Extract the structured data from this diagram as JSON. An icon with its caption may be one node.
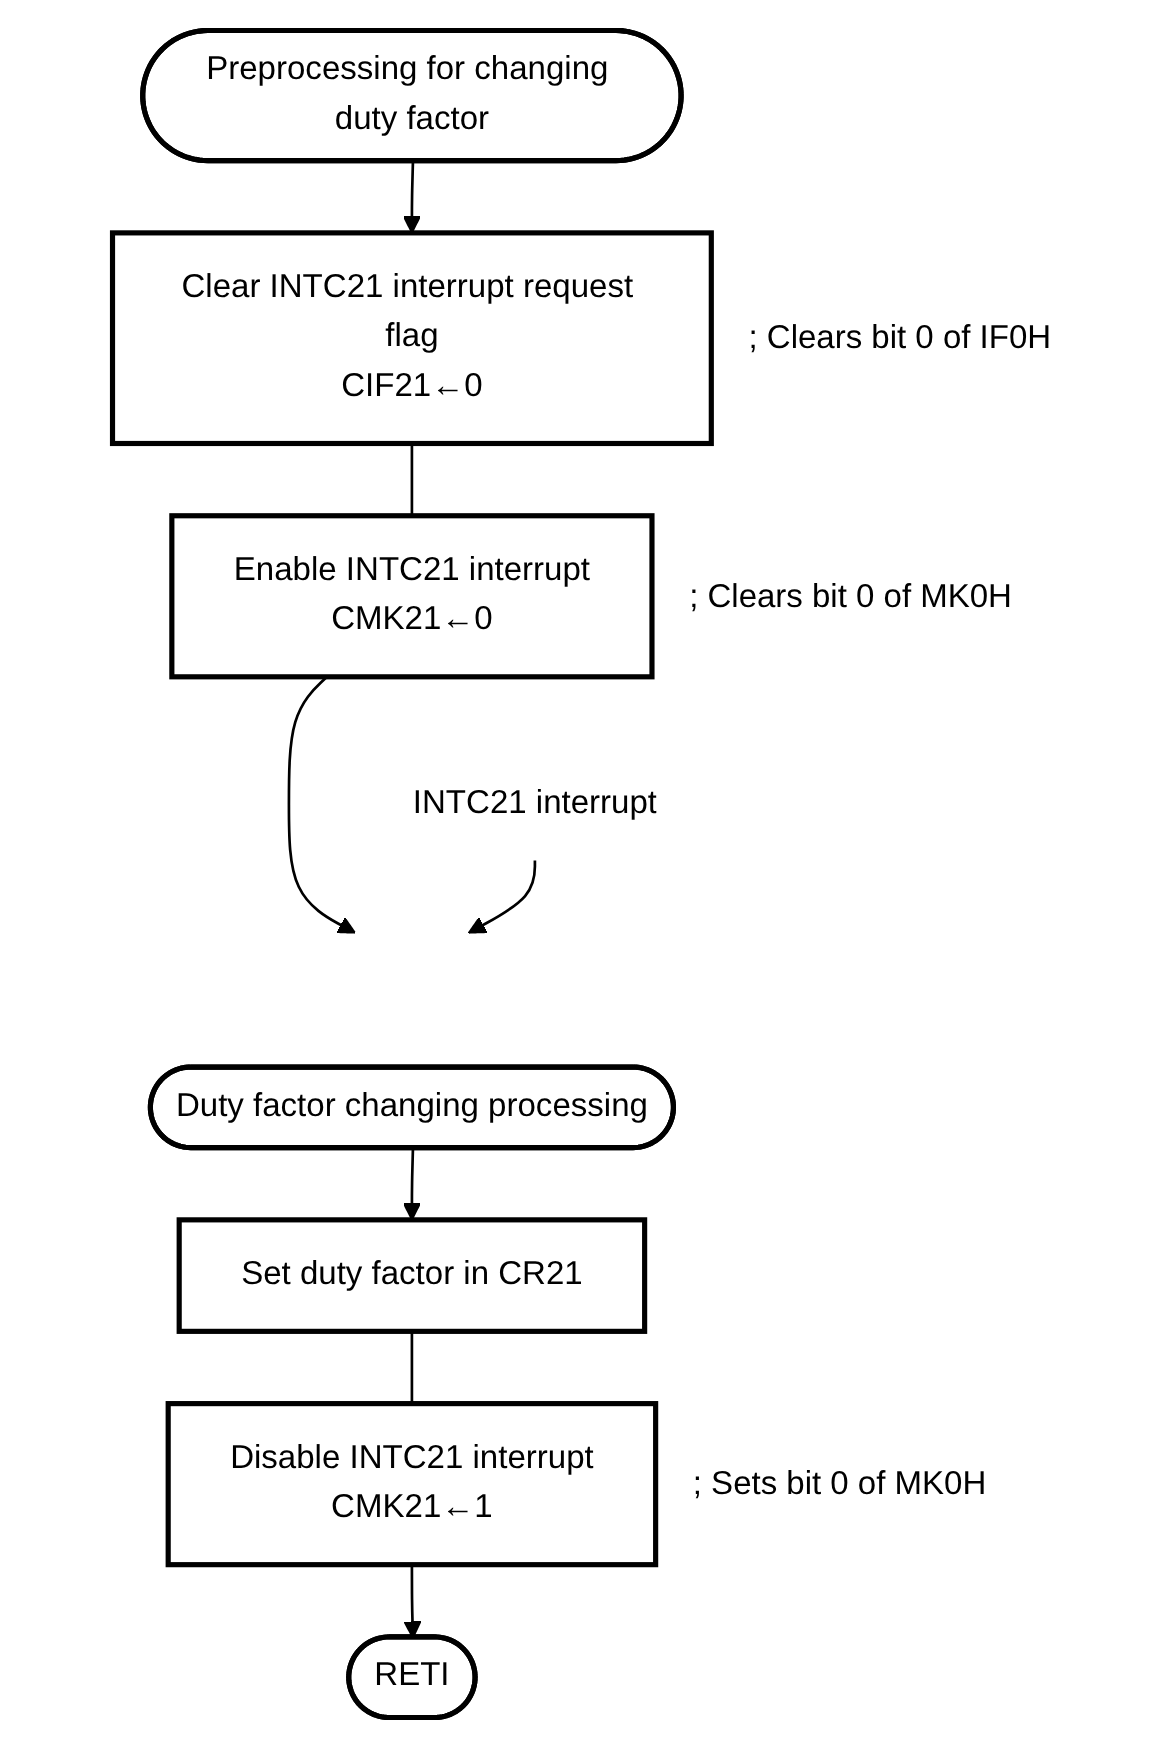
{
  "diagram": {
    "nodes": [
      {
        "text": [
          "Preprocessing for changing duty factor"
        ]
      },
      {
        "text": [
          "Clear INTC21 interrupt request flag",
          "CIF21←0"
        ],
        "beside": [
          "; Clears bit 0 of IF0H"
        ]
      },
      {
        "text": [
          "Enable INTC21 interrupt",
          "CMK21←0"
        ],
        "beside": [
          "; Clears bit 0 of MK0H"
        ]
      },
      {
        "text": [
          "Duty factor changing processing"
        ]
      },
      {
        "text": [
          "Set duty factor in CR21"
        ]
      },
      {
        "text": [
          "Disable INTC21 interrupt",
          "CMK21←1"
        ],
        "beside": [
          "; Sets bit 0 of MK0H"
        ]
      },
      {
        "text": [
          "RETI"
        ]
      },
      {
        "text": [
          "INTC21 interrupt"
        ]
      }
    ],
    "edges": [
      {
        "from": 0,
        "to": 1,
        "arrow": "to"
      },
      {
        "from": 1,
        "to": 2,
        "arrow": "none"
      },
      {
        "from": 2,
        "to": null,
        "arrow": "to"
      },
      {
        "from": 7,
        "to": null,
        "arrow": "to"
      },
      {
        "from": 3,
        "to": 4,
        "arrow": "to"
      },
      {
        "from": 4,
        "to": 5,
        "arrow": "none"
      },
      {
        "from": 5,
        "to": 6,
        "arrow": "to"
      }
    ]
  }
}
